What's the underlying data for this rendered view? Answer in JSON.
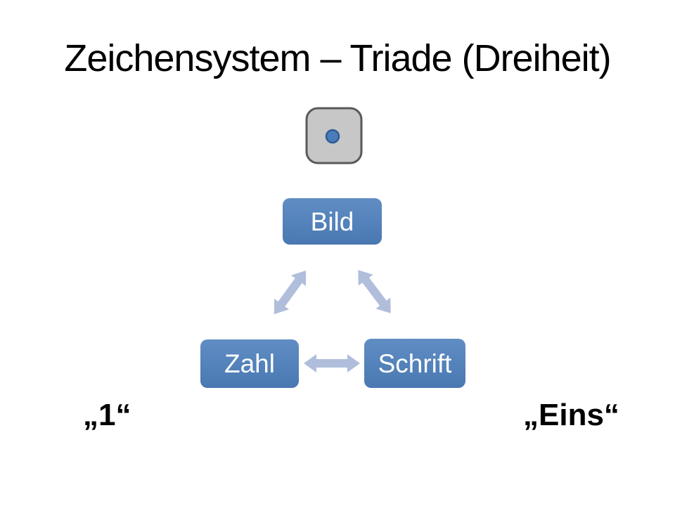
{
  "slide": {
    "title": "Zeichensystem – Triade (Dreiheit)"
  },
  "die": {
    "pips": 1
  },
  "diagram": {
    "nodes": [
      {
        "id": "bild",
        "label": "Bild"
      },
      {
        "id": "zahl",
        "label": "Zahl"
      },
      {
        "id": "schrift",
        "label": "Schrift"
      }
    ],
    "arrows": [
      {
        "from": "zahl",
        "to": "bild",
        "bidirectional": true
      },
      {
        "from": "bild",
        "to": "schrift",
        "bidirectional": true
      },
      {
        "from": "zahl",
        "to": "schrift",
        "bidirectional": true
      }
    ]
  },
  "captions": {
    "left": "„1“",
    "right": "„Eins“"
  },
  "colors": {
    "background": "#ffffff",
    "title_text": "#000000",
    "node_fill": "#4e80bd",
    "node_text": "#ffffff",
    "arrow_fill": "#b0bedc",
    "die_fill": "#c7c7c7",
    "die_border": "#595959",
    "pip_fill": "#4a7cba",
    "pip_border": "#2e5c95",
    "caption_text": "#000000"
  }
}
